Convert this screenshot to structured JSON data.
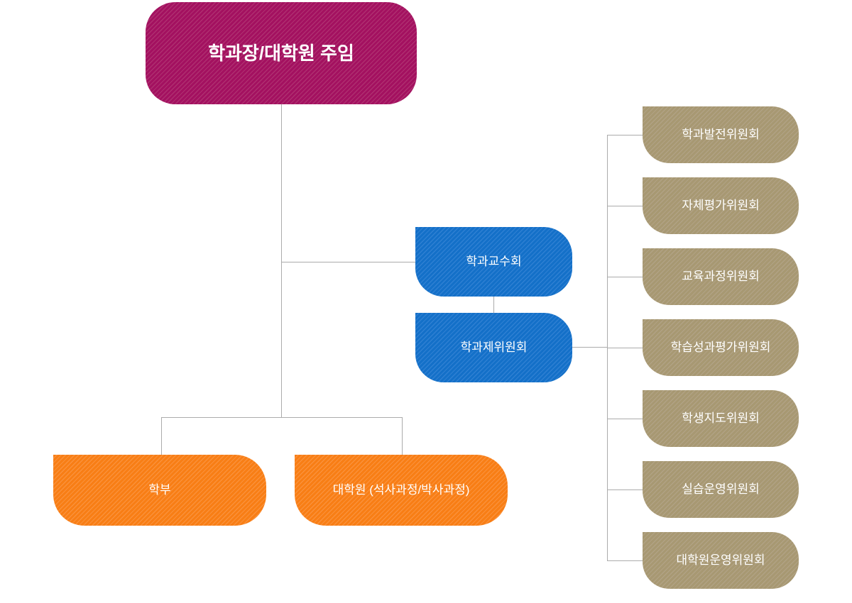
{
  "root": {
    "label": "학과장/대학원 주임"
  },
  "councils": [
    {
      "label": "학과교수회"
    },
    {
      "label": "학과제위원회"
    }
  ],
  "programs": [
    {
      "label": "학부"
    },
    {
      "label": "대학원 (석사과정/박사과정)"
    }
  ],
  "committees": [
    {
      "label": "학과발전위원회"
    },
    {
      "label": "자체평가위원회"
    },
    {
      "label": "교육과정위원회"
    },
    {
      "label": "학습성과평가위원회"
    },
    {
      "label": "학생지도위원회"
    },
    {
      "label": "실습운영위원회"
    },
    {
      "label": "대학원운영위원회"
    }
  ],
  "colors": {
    "root_base": "#a31160",
    "root_stripe": "#af2f70",
    "council_base": "#1470c8",
    "council_stripe": "#2e80d3",
    "program_base": "#f87e15",
    "program_stripe": "#fa913a",
    "committee_base": "#a79872",
    "committee_stripe": "#b1a284",
    "connector": "#ababab",
    "text": "#ffffff"
  }
}
